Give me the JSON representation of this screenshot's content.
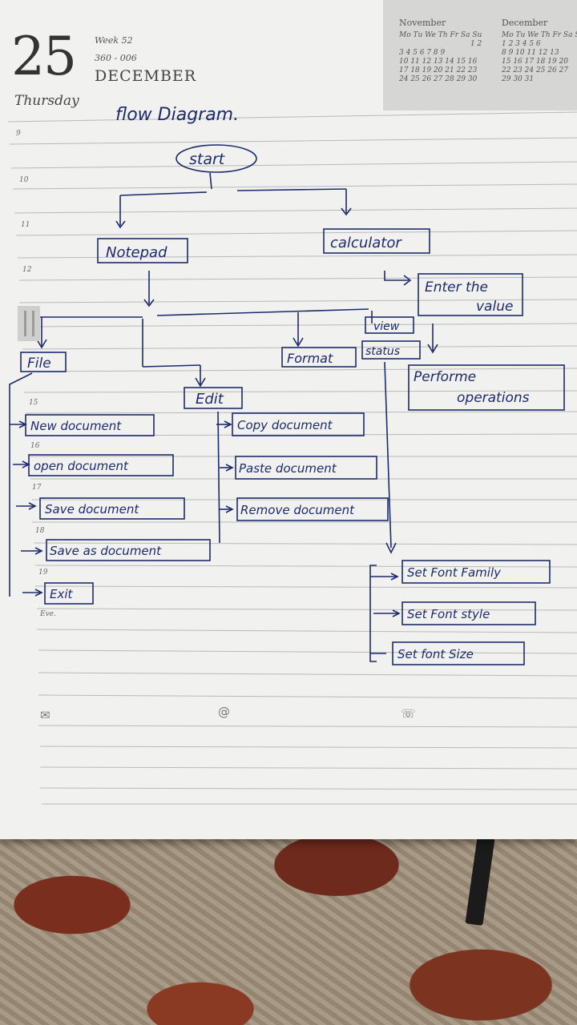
{
  "header": {
    "date_number": "25",
    "weekday": "Thursday",
    "week": "Week 52",
    "day_code": "360 - 006",
    "month": "DECEMBER"
  },
  "mini_calendars": [
    {
      "title": "November",
      "days_header": "Mo Tu We Th Fr Sa Su",
      "rows": [
        "1  2",
        "3  4  5  6  7  8  9",
        "10 11 12 13 14 15 16",
        "17 18 19 20 21 22 23",
        "24 25 26 27 28 29 30"
      ]
    },
    {
      "title": "December",
      "days_header": "Mo Tu We Th Fr Sa Su",
      "rows": [
        "1  2  3  4  5  6",
        "8  9  10 11 12 13",
        "15 16 17 18 19 20",
        "22 23 24 25 26 27",
        "29 30 31"
      ]
    }
  ],
  "hours": [
    "9",
    "10",
    "11",
    "12",
    "15",
    "16",
    "17",
    "18",
    "19",
    "Eve."
  ],
  "footer_icons": [
    "envelope-icon",
    "at-sign-icon",
    "telephone-icon"
  ],
  "flow": {
    "title": "flow Diagram.",
    "start": "start",
    "notepad": "Notepad",
    "calculator": "calculator",
    "enter_value_1": "Enter the",
    "enter_value_2": "value",
    "perform_1": "Performe",
    "perform_2": "operations",
    "file": "File",
    "edit": "Edit",
    "format": "Format",
    "view": "view",
    "status": "status",
    "file_items": [
      "New document",
      "open document",
      "Save document",
      "Save as document",
      "Exit"
    ],
    "edit_items": [
      "Copy document",
      "Paste document",
      "Remove document"
    ],
    "format_items": [
      "Set Font Family",
      "Set Font style",
      "Set font Size"
    ]
  },
  "colors": {
    "ink": "#1d2a6b",
    "page": "#f1f1ef",
    "rule": "#b9b9b9"
  }
}
